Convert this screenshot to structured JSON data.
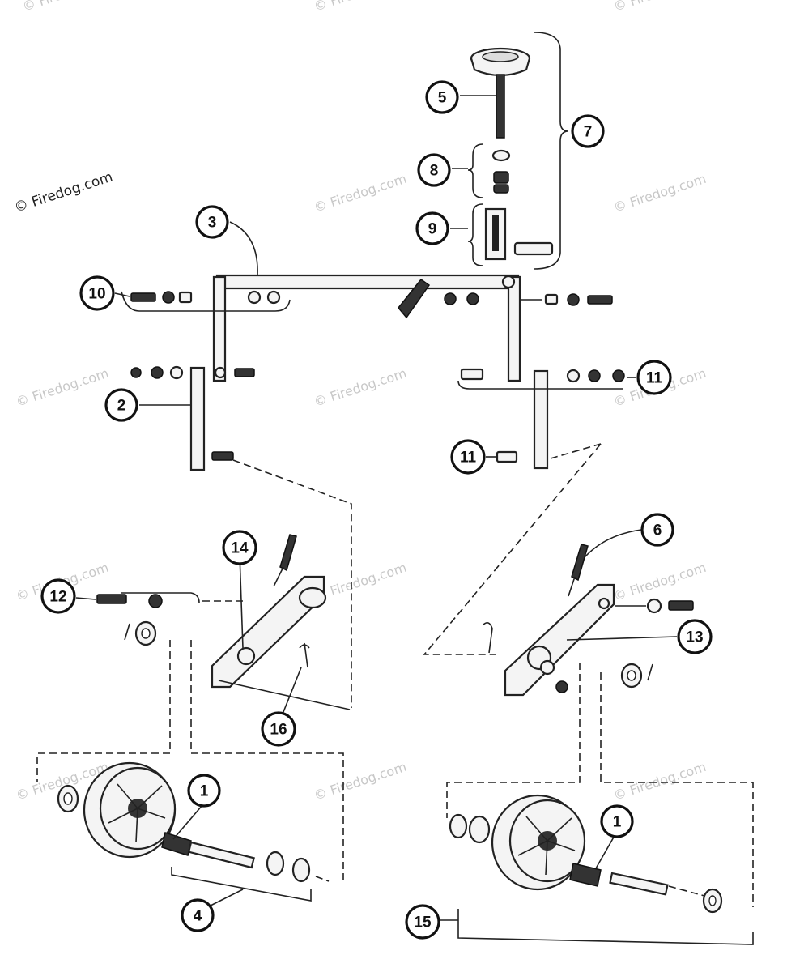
{
  "copyright": "© Firedog.com",
  "watermark": "© Firedog.com",
  "callouts": {
    "c5": "5",
    "c7": "7",
    "c8": "8",
    "c9": "9",
    "c3": "3",
    "c10": "10",
    "c2": "2",
    "c11a": "11",
    "c11b": "11",
    "c14": "14",
    "c6": "6",
    "c12": "12",
    "c13": "13",
    "c16": "16",
    "c1a": "1",
    "c1b": "1",
    "c4": "4",
    "c15": "15"
  }
}
